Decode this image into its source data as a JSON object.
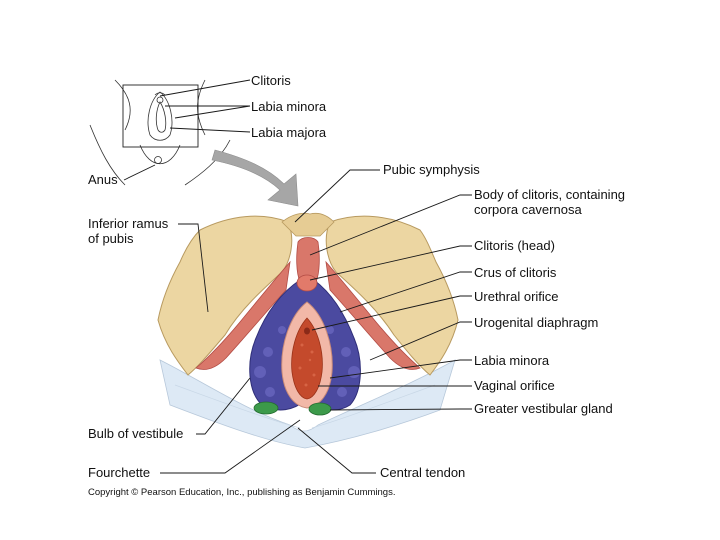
{
  "diagram": {
    "inset_labels": {
      "clitoris": "Clitoris",
      "labia_minora": "Labia minora",
      "labia_majora": "Labia majora",
      "anus": "Anus"
    },
    "labels": {
      "pubic_symphysis": "Pubic symphysis",
      "body_of_clitoris_1": "Body of clitoris, containing",
      "body_of_clitoris_2": "corpora cavernosa",
      "inferior_ramus_1": "Inferior ramus",
      "inferior_ramus_2": "of pubis",
      "clitoris_head": "Clitoris (head)",
      "crus_of_clitoris": "Crus of clitoris",
      "urethral_orifice": "Urethral orifice",
      "urogenital_diaphragm": "Urogenital diaphragm",
      "labia_minora": "Labia minora",
      "vaginal_orifice": "Vaginal orifice",
      "greater_vestibular_gland": "Greater vestibular gland",
      "bulb_of_vestibule": "Bulb of vestibule",
      "fourchette": "Fourchette",
      "central_tendon": "Central tendon"
    },
    "copyright": "Copyright © Pearson Education, Inc., publishing as Benjamin Cummings.",
    "colors": {
      "bone": "#ecd6a2",
      "bone_edge": "#b89a60",
      "muscle": "#d9776a",
      "muscle_dark": "#b24b44",
      "bulb": "#4b4aa0",
      "bulb_dark": "#2f2e78",
      "vestibule": "#f2b8a8",
      "vagina": "#c44a2c",
      "gland": "#3c9a4a",
      "diaphragm": "#dde9f5",
      "arrow": "#9a9a9a"
    }
  }
}
